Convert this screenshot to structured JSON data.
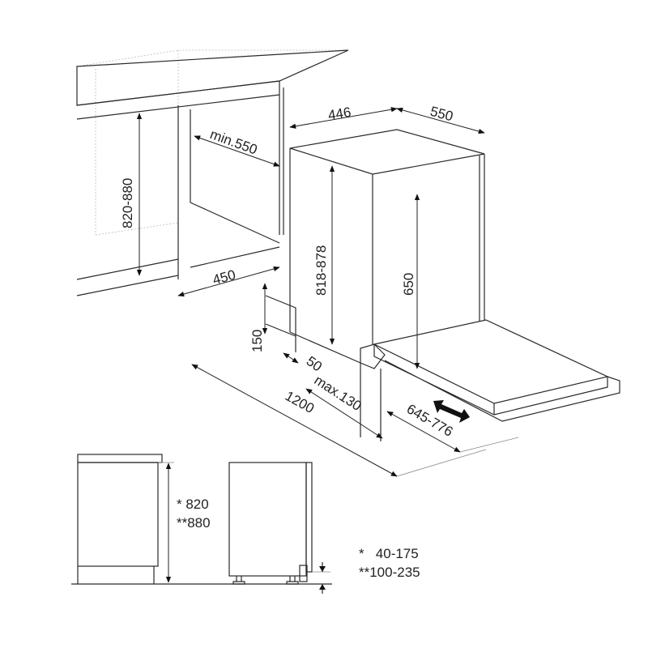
{
  "title": "Dishwasher built-in installation dimensions",
  "isometric_view": {
    "width_top": "446",
    "depth_top": "550",
    "niche_depth": "min.550",
    "niche_height": "820-880",
    "appliance_height": "818-878",
    "door_panel_height": "650",
    "niche_width": "450",
    "plinth_height": "150",
    "plinth_offset": "50",
    "door_open_depth": "1200",
    "max_panel_thickness": "max.130",
    "door_panel_travel": "645-776"
  },
  "side_views": {
    "height_1": "* 820",
    "height_2": "**880",
    "plinth_1": "*   40-175",
    "plinth_2": "**100-235"
  }
}
